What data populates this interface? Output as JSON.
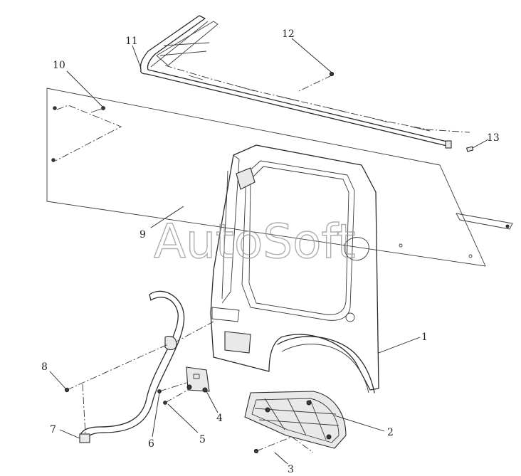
{
  "watermark": "AutoSoft",
  "callouts": [
    {
      "label": "1"
    },
    {
      "label": "2"
    },
    {
      "label": "3"
    },
    {
      "label": "4"
    },
    {
      "label": "5"
    },
    {
      "label": "6"
    },
    {
      "label": "7"
    },
    {
      "label": "8"
    },
    {
      "label": "9"
    },
    {
      "label": "10"
    },
    {
      "label": "11"
    },
    {
      "label": "12"
    },
    {
      "label": "13"
    }
  ]
}
